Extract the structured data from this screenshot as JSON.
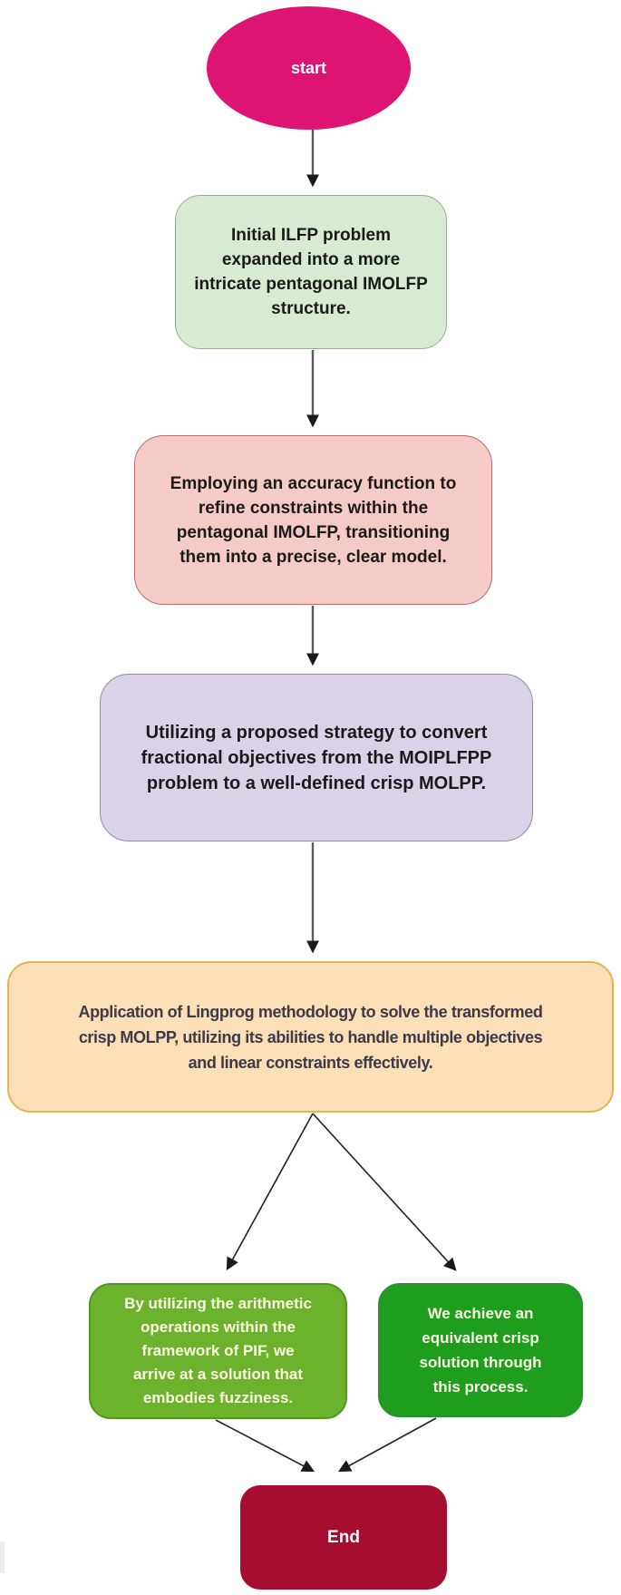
{
  "flowchart": {
    "nodes": {
      "start": {
        "type": "terminator",
        "lines": [
          "start"
        ],
        "fill": "#de1472",
        "text_color": "#ffffff"
      },
      "step1": {
        "type": "process",
        "lines": [
          "Initial ILFP problem",
          "expanded into a more",
          "intricate pentagonal IMOLFP",
          "structure."
        ],
        "fill": "#d9ead3",
        "border_color": "#97ae97",
        "text_color": "#1a1a1a"
      },
      "step2": {
        "type": "process",
        "lines": [
          "Employing an accuracy function to",
          "refine constraints within the",
          "pentagonal IMOLFP, transitioning",
          "them into a precise, clear model."
        ],
        "fill": "#f5cbc7",
        "border_color": "#b96a6e",
        "text_color": "#1a1a1a"
      },
      "step3": {
        "type": "process",
        "lines": [
          "Utilizing a proposed strategy to convert",
          "fractional objectives from the MOIPLFPP",
          "problem to a well-defined crisp MOLPP."
        ],
        "fill": "#dcd2e7",
        "border_color": "#91909b",
        "text_color": "#1a1a1a"
      },
      "step4": {
        "type": "process",
        "lines": [
          "Application of Lingprog methodology to solve the transformed",
          "crisp MOLPP, utilizing its abilities to handle multiple objectives",
          "and linear constraints effectively."
        ],
        "fill": "#fbdfb6",
        "border_color": "#e5b44e",
        "text_color": "#3d3a4a"
      },
      "result_left": {
        "type": "process",
        "lines": [
          "By utilizing the arithmetic",
          "operations within the",
          "framework of PIF, we",
          "arrive at a solution that",
          "embodies fuzziness."
        ],
        "fill": "#6bb22d",
        "border_color": "#569522",
        "text_color": "#fcfce0"
      },
      "result_right": {
        "type": "process",
        "lines": [
          "We achieve an",
          "equivalent crisp",
          "solution through",
          "this process."
        ],
        "fill": "#1e9d1f",
        "border_color": "#2d8f2d",
        "text_color": "#fbfbe6"
      },
      "end": {
        "type": "terminator",
        "lines": [
          "End"
        ],
        "fill": "#a70d31",
        "text_color": "#ffffff"
      }
    },
    "edges": [
      {
        "from": "start",
        "to": "step1"
      },
      {
        "from": "step1",
        "to": "step2"
      },
      {
        "from": "step2",
        "to": "step3"
      },
      {
        "from": "step3",
        "to": "step4"
      },
      {
        "from": "step4",
        "to": "result_left"
      },
      {
        "from": "step4",
        "to": "result_right"
      },
      {
        "from": "result_left",
        "to": "end"
      },
      {
        "from": "result_right",
        "to": "end"
      }
    ],
    "arrow_color_vertical": "#5b5b5b",
    "arrow_color_diagonal": "#222222",
    "arrowhead_color": "#1a1a1a"
  }
}
